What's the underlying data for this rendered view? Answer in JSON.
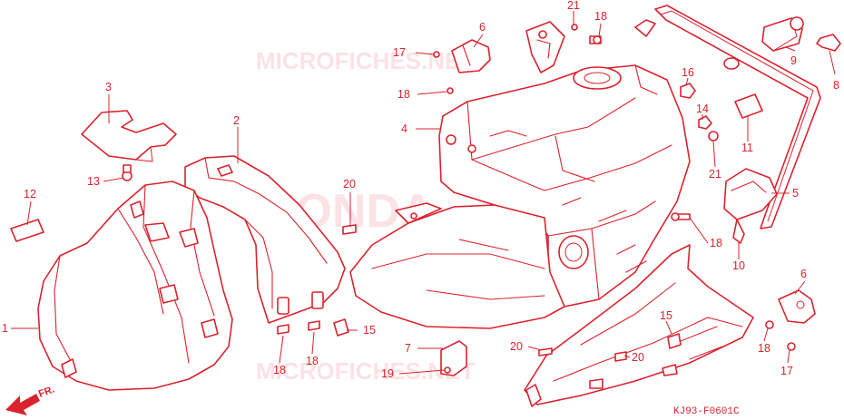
{
  "watermarks": {
    "top": "MICROFICHES.NET",
    "center": "HONDA",
    "bottom": "MICROFICHES.NET"
  },
  "diagram_code": "KJ93-F0601C",
  "direction_label": "FR.",
  "colors": {
    "ink": "#d9232e",
    "watermark": "#f3b6ba"
  },
  "callouts": [
    "1",
    "2",
    "3",
    "4",
    "5",
    "6",
    "6",
    "7",
    "8",
    "9",
    "10",
    "11",
    "12",
    "13",
    "14",
    "15",
    "15",
    "16",
    "17",
    "17",
    "18",
    "18",
    "18",
    "18",
    "18",
    "18",
    "19",
    "20",
    "20",
    "20",
    "21",
    "21"
  ]
}
